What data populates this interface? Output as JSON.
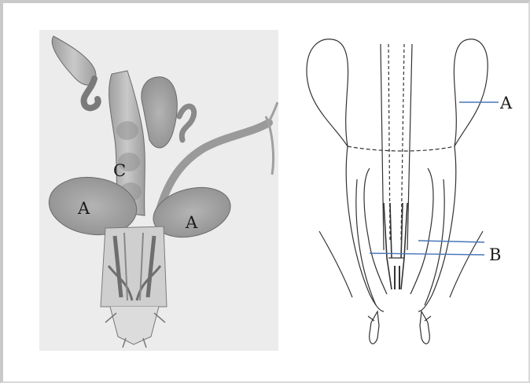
{
  "left_figure": {
    "labels": {
      "c": "C",
      "a_left": "A",
      "a_right": "A"
    }
  },
  "right_figure": {
    "labels": {
      "a": "A",
      "b": "B"
    }
  },
  "colors": {
    "frame": "#c9c9c9",
    "photo_bg": "#ececec",
    "tissue": "#a9a9a9",
    "outline": "#333333",
    "pointer_line": "#4a76b8"
  }
}
